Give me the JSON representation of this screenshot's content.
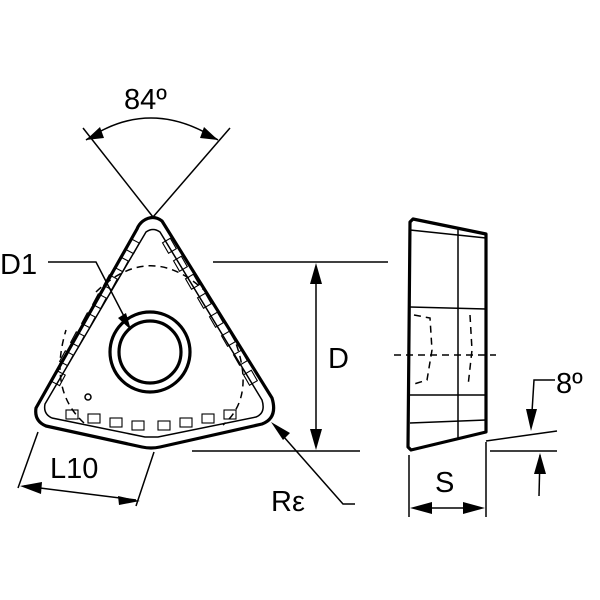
{
  "labels": {
    "angle_top": "84º",
    "d1": "D1",
    "d": "D",
    "angle_side": "8º",
    "l10": "L10",
    "s": "S",
    "r_epsilon": "Rε"
  }
}
